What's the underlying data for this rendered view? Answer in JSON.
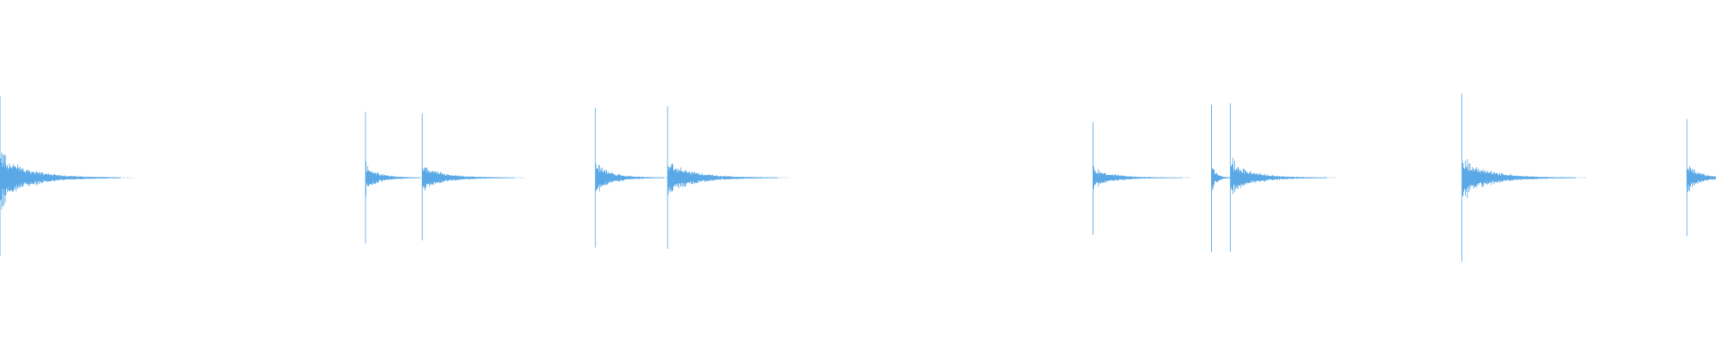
{
  "waveform": {
    "color": "#5aa9e6",
    "onsets": [
      {
        "time": 0.0,
        "peak_top": 0.57,
        "peak_bottom": 0.55,
        "body_amp": 0.19,
        "decay_len": 0.07
      },
      {
        "time": 0.213,
        "peak_top": 0.46,
        "peak_bottom": 0.46,
        "body_amp": 0.11,
        "decay_len": 0.032
      },
      {
        "time": 0.246,
        "peak_top": 0.45,
        "peak_bottom": 0.44,
        "body_amp": 0.1,
        "decay_len": 0.054
      },
      {
        "time": 0.347,
        "peak_top": 0.49,
        "peak_bottom": 0.49,
        "body_amp": 0.12,
        "decay_len": 0.04
      },
      {
        "time": 0.389,
        "peak_top": 0.5,
        "peak_bottom": 0.5,
        "body_amp": 0.13,
        "decay_len": 0.064
      },
      {
        "time": 0.637,
        "peak_top": 0.39,
        "peak_bottom": 0.4,
        "body_amp": 0.07,
        "decay_len": 0.052
      },
      {
        "time": 0.706,
        "peak_top": 0.51,
        "peak_bottom": 0.52,
        "body_amp": 0.11,
        "decay_len": 0.012
      },
      {
        "time": 0.717,
        "peak_top": 0.52,
        "peak_bottom": 0.52,
        "body_amp": 0.12,
        "decay_len": 0.056
      },
      {
        "time": 0.852,
        "peak_top": 0.59,
        "peak_bottom": 0.59,
        "body_amp": 0.15,
        "decay_len": 0.066
      },
      {
        "time": 0.983,
        "peak_top": 0.41,
        "peak_bottom": 0.41,
        "body_amp": 0.12,
        "decay_len": 0.03
      }
    ]
  }
}
